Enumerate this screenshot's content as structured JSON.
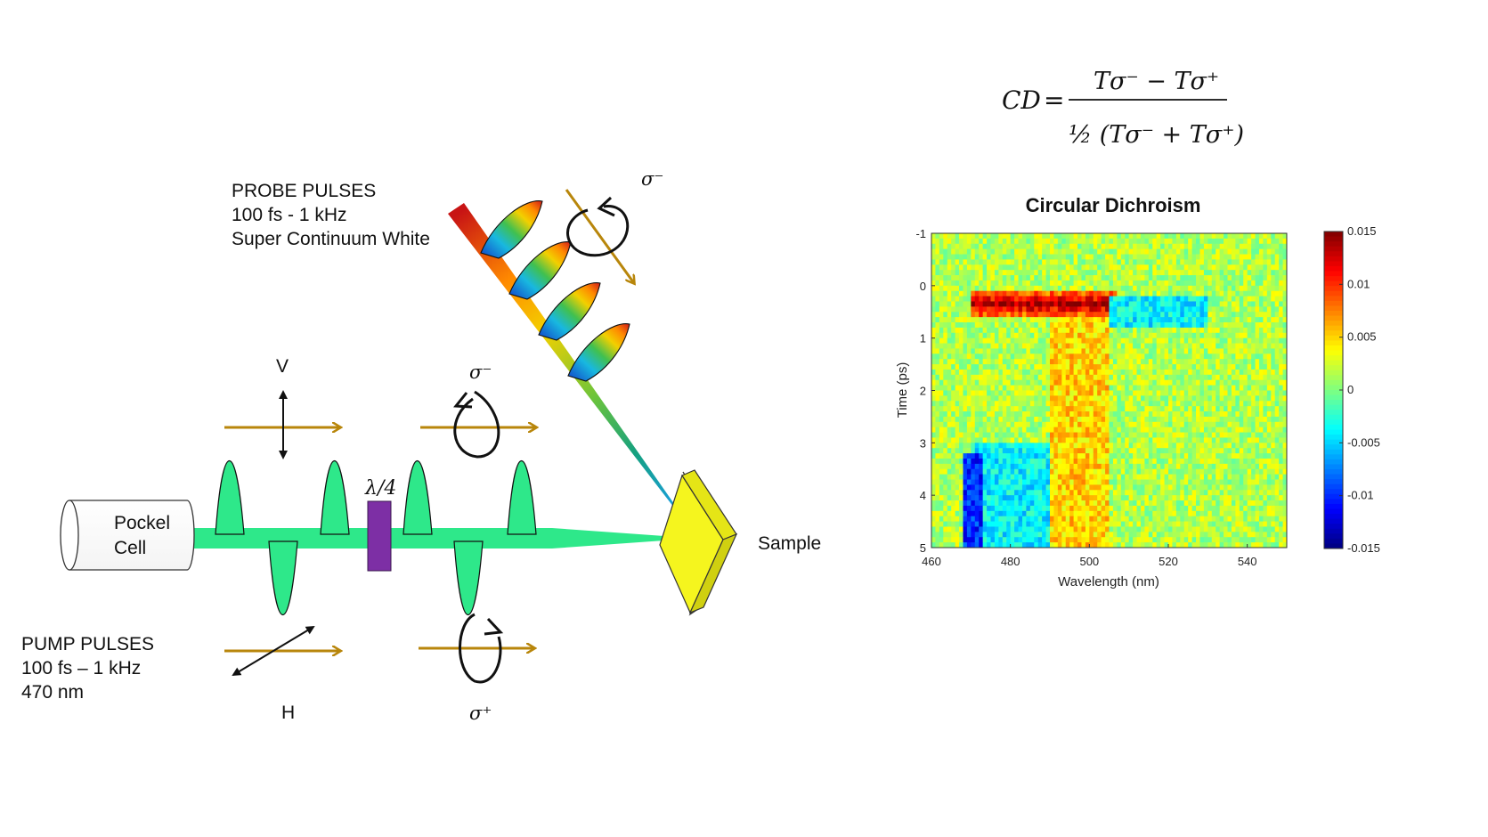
{
  "diagram": {
    "probe": {
      "title": "PROBE PULSES",
      "rate": "100 fs - 1 kHz",
      "source": "Super Continuum White"
    },
    "pump": {
      "title": "PUMP PULSES",
      "rate": "100 fs – 1 kHz",
      "wavelength": "470 nm"
    },
    "pockel_cell": {
      "line1": "Pockel",
      "line2": "Cell"
    },
    "waveplate": "λ/4",
    "sample": "Sample",
    "polarizations": {
      "vertical": "V",
      "horizontal": "H",
      "sigma_minus": "σ⁻",
      "sigma_plus": "σ⁺"
    }
  },
  "equation": {
    "lhs": "CD",
    "numerator": "Tσ⁻ − Tσ⁺",
    "denominator": "½ (Tσ⁻ + Tσ⁺)"
  },
  "chart_data": {
    "type": "heatmap",
    "title": "Circular Dichroism",
    "xlabel": "Wavelength (nm)",
    "ylabel": "Time (ps)",
    "xlim": [
      460,
      550
    ],
    "ylim": [
      -1,
      5
    ],
    "xticks": [
      "460",
      "480",
      "500",
      "520",
      "540"
    ],
    "yticks": [
      "-1",
      "0",
      "1",
      "2",
      "3",
      "4",
      "5"
    ],
    "colorbar": {
      "range": [
        -0.015,
        0.015
      ],
      "ticks": [
        "0.015",
        "0.01",
        "0.005",
        "0",
        "-0.005",
        "-0.01",
        "-0.015"
      ],
      "colormap": "jet"
    },
    "features": [
      {
        "name": "positive CD band",
        "wavelength_nm": [
          470,
          507
        ],
        "time_ps": [
          0.1,
          0.6
        ],
        "value": 0.014
      },
      {
        "name": "positive CD tail",
        "wavelength_nm": [
          490,
          505
        ],
        "time_ps": [
          0.6,
          5
        ],
        "value": 0.005
      },
      {
        "name": "negative CD band",
        "wavelength_nm": [
          468,
          473
        ],
        "time_ps": [
          3.2,
          5
        ],
        "value": -0.01
      },
      {
        "name": "weak negative region",
        "wavelength_nm": [
          505,
          530
        ],
        "time_ps": [
          0.2,
          0.8
        ],
        "value": -0.004
      },
      {
        "name": "weak negative region",
        "wavelength_nm": [
          470,
          490
        ],
        "time_ps": [
          3,
          5
        ],
        "value": -0.004
      }
    ]
  },
  "colors": {
    "pump_beam": "#2ee88a",
    "arrow_gold": "#b8860b",
    "waveplate": "#7d2fa5",
    "sample": "#f5f51e"
  }
}
